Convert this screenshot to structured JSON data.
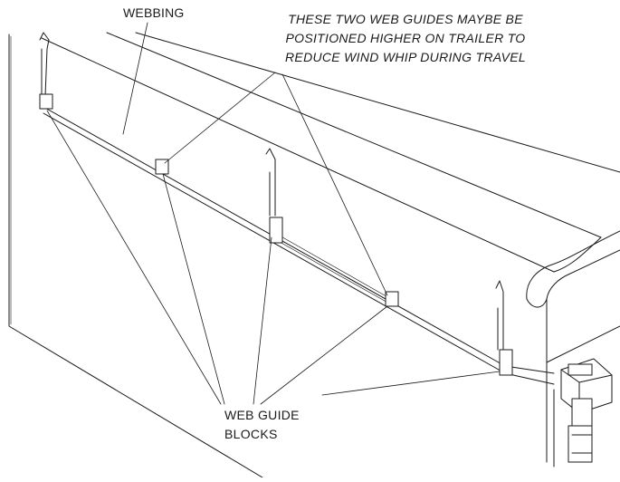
{
  "diagram": {
    "webbing_label": "WEBBING",
    "note_lines": [
      "THESE TWO WEB GUIDES MAYBE BE",
      "POSITIONED HIGHER ON TRAILER TO",
      "REDUCE WIND WHIP DURING TRAVEL"
    ],
    "blocks_label_lines": [
      "WEB GUIDE",
      "BLOCKS"
    ],
    "colors": {
      "ink": "#1a1a1a",
      "paper": "#ffffff"
    }
  }
}
